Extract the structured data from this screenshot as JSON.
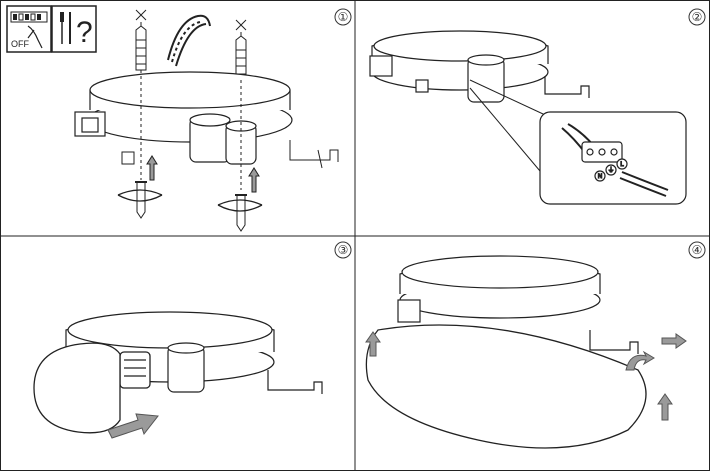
{
  "panels": [
    {
      "step": "①",
      "warning": {
        "off_label": "OFF",
        "question": "?"
      }
    },
    {
      "step": "②",
      "terminals": [
        "N",
        "⏚",
        "L"
      ]
    },
    {
      "step": "③"
    },
    {
      "step": "④"
    }
  ],
  "colors": {
    "line": "#222222",
    "arrow_fill": "#9a9a9a",
    "arrow_stroke": "#555555",
    "background": "#ffffff"
  }
}
